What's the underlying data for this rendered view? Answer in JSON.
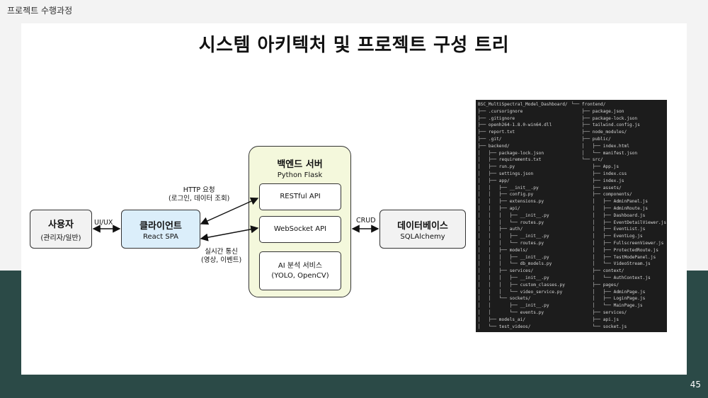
{
  "header": {
    "section": "프로젝트 수행과정",
    "page_number": "45"
  },
  "slide": {
    "title": "시스템 아키텍처 및 프로젝트 구성 트리"
  },
  "diagram": {
    "user": {
      "title": "사용자",
      "subtitle": "(관리자/일반)"
    },
    "client": {
      "title": "클라이언트",
      "subtitle": "React SPA"
    },
    "backend": {
      "title": "백엔드 서버",
      "subtitle": "Python Flask",
      "rest": "RESTful API",
      "websocket": "WebSocket API",
      "ai": "AI 분석 서비스\n(YOLO, OpenCV)"
    },
    "database": {
      "title": "데이터베이스",
      "subtitle": "SQLAlchemy"
    },
    "labels": {
      "uiux": "UI/UX",
      "http": "HTTP 요청\n(로그인, 데이터 조회)",
      "realtime": "실시간 통신\n(영상, 이벤트)",
      "crud": "CRUD"
    },
    "colors": {
      "client_fill": "#dbeefa",
      "backend_fill": "#f4f8dc",
      "neutral_fill": "#f2f2f2"
    }
  },
  "tree": {
    "left": "BSC_MultiSpectral_Model_Dashboard/\n├── .cursorignore\n├── .gitignore\n├── openh264-1.8.0-win64.dll\n├── report.txt\n├── .git/\n├── backend/\n│   ├── package-lock.json\n│   ├── requirements.txt\n│   ├── run.py\n│   ├── settings.json\n│   ├── app/\n│   │   ├── __init__.py\n│   │   ├── config.py\n│   │   ├── extensions.py\n│   │   ├── api/\n│   │   │   ├── __init__.py\n│   │   │   └── routes.py\n│   │   ├── auth/\n│   │   │   ├── __init__.py\n│   │   │   └── routes.py\n│   │   ├── models/\n│   │   │   ├── __init__.py\n│   │   │   └── db_models.py\n│   │   ├── services/\n│   │   │   ├── __init__.py\n│   │   │   ├── custom_classes.py\n│   │   │   └── video_service.py\n│   │   └── sockets/\n│   │       ├── __init__.py\n│   │       └── events.py\n│   ├── models_ai/\n│   └── test_videos/",
    "right": "└── frontend/\n    ├── package.json\n    ├── package-lock.json\n    ├── tailwind.config.js\n    ├── node_modules/\n    ├── public/\n    │   ├── index.html\n    │   └── manifest.json\n    └── src/\n        ├── App.js\n        ├── index.css\n        ├── index.js\n        ├── assets/\n        ├── components/\n        │   ├── AdminPanel.js\n        │   ├── AdminRoute.js\n        │   ├── Dashboard.js\n        │   ├── EventDetailViewer.js\n        │   ├── EventList.js\n        │   ├── EventLog.js\n        │   ├── FullscreenViewer.js\n        │   ├── ProtectedRoute.js\n        │   ├── TestModePanel.js\n        │   └── VideoStream.js\n        ├── context/\n        │   └── AuthContext.js\n        ├── pages/\n        │   ├── AdminPage.js\n        │   ├── LoginPage.js\n        │   └── MainPage.js\n        ├── services/\n        ├── api.js\n        └── socket.js"
  }
}
